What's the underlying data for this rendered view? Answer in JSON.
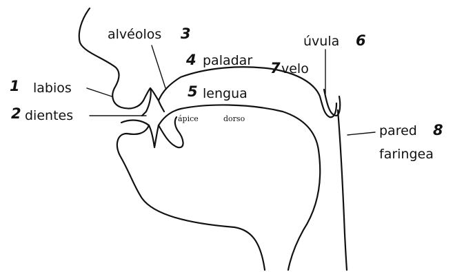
{
  "labels": {
    "labios": {
      "num": "1",
      "text": "labios"
    },
    "dientes": {
      "num": "2",
      "text": "dientes"
    },
    "alveolos": {
      "num": "3",
      "text": "alvéolos"
    },
    "paladar": {
      "num": "4",
      "text": "paladar"
    },
    "lengua": {
      "num": "5",
      "text": "lengua"
    },
    "uvula": {
      "num": "6",
      "text": "úvula"
    },
    "velo": {
      "num": "7",
      "text": "velo"
    },
    "pared": {
      "num": "8",
      "line1": "pared",
      "line2": "faringea"
    },
    "apice": "ápice",
    "dorso": "dorso"
  }
}
